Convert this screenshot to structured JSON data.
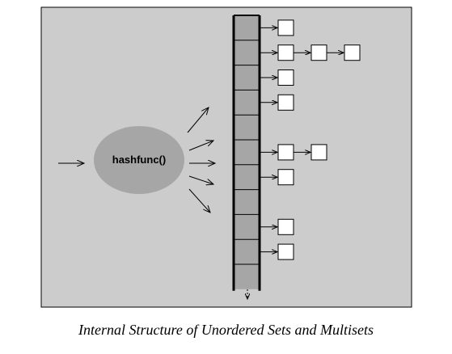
{
  "diagram": {
    "hash_function_label": "hashfunc()",
    "caption": "Internal Structure of Unordered Sets and Multisets",
    "bucket_count": 11,
    "chain_lengths": [
      1,
      3,
      1,
      1,
      0,
      2,
      1,
      0,
      1,
      1,
      0
    ],
    "colors": {
      "background": "#cccccc",
      "bucket": "#a6a6a6",
      "ellipse": "#a6a6a6",
      "node": "#ffffff",
      "stroke": "#000000"
    }
  }
}
